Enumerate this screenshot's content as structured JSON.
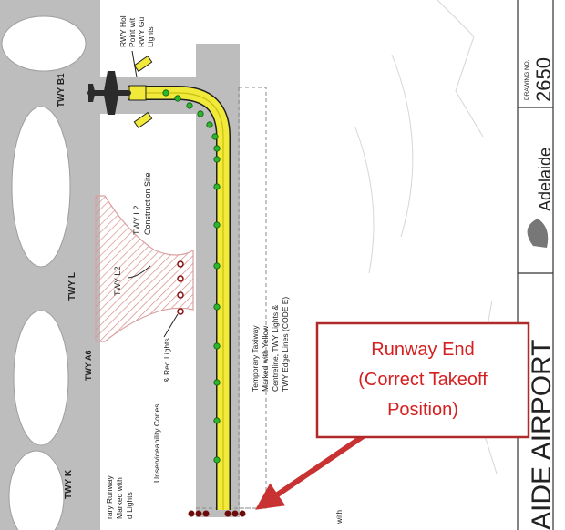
{
  "labels": {
    "twy_b1": "TWY B1",
    "rwy_hold_1": "RWY Hol",
    "rwy_hold_2": "Point wit",
    "rwy_hold_3": "RWY Gu",
    "rwy_hold_4": "Lights",
    "twy_l2_construction_1": "TWY L2",
    "twy_l2_construction_2": "Construction Site",
    "twy_l": "TWY L",
    "twy_l2": "TWY L2",
    "twy_a6": "TWY A6",
    "twy_k": "TWY K",
    "cones_1": "Unserviceability Cones",
    "cones_2": "& Red Lights",
    "temp_taxiway_1": "Temporary Taxiway",
    "temp_taxiway_2": "Marked with Yellow",
    "temp_taxiway_3": "Centreline, TWY Lights &",
    "temp_taxiway_4": "TWY Edge Lines (CODE E)",
    "temp_runway_1": "rary Runway",
    "temp_runway_2": "Marked with",
    "temp_runway_3": "d Lights",
    "bottom_partial": "with",
    "drawing_no_label": "DRAWING NO.",
    "drawing_no": "2650",
    "airport_name": "AIDE AIRPORT",
    "adelaide_partial": "Adelaide"
  },
  "callout": {
    "line1": "Runway End",
    "line2": "(Correct Takeoff",
    "line3": "Position)"
  },
  "colors": {
    "pavement": "#bdbdbd",
    "taxiway_yellow": "#f2ea3a",
    "taxiway_light": "#2db52d",
    "red_light": "#8a1010",
    "callout_border": "#b02a2a",
    "callout_text": "#d42020",
    "arrow": "#c83232",
    "construction": "#e8a8a8"
  }
}
